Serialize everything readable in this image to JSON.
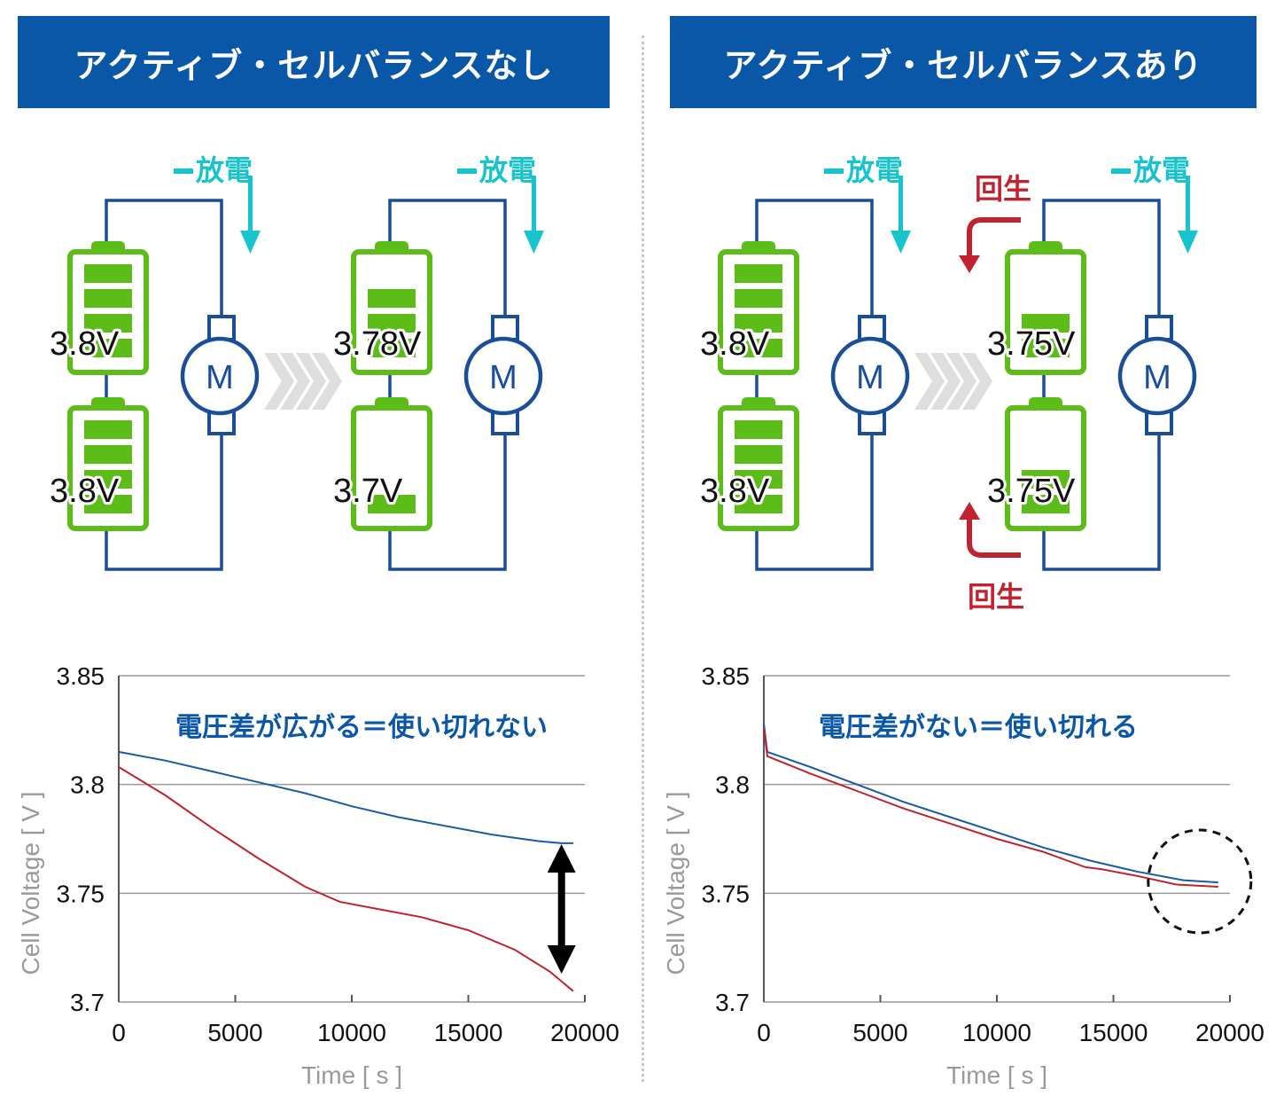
{
  "panels": [
    {
      "title": "アクティブ・セルバランスなし",
      "diagrams": [
        {
          "discharge_label": "放電",
          "top_voltage": "3.8V",
          "bottom_voltage": "3.8V",
          "top_bars": 4,
          "bottom_bars": 4,
          "motor_label": "M"
        },
        {
          "discharge_label": "放電",
          "top_voltage": "3.78V",
          "bottom_voltage": "3.7V",
          "top_bars": 3,
          "bottom_bars": 1,
          "motor_label": "M"
        }
      ],
      "regen_label": ""
    },
    {
      "title": "アクティブ・セルバランスあり",
      "diagrams": [
        {
          "discharge_label": "放電",
          "top_voltage": "3.8V",
          "bottom_voltage": "3.8V",
          "top_bars": 4,
          "bottom_bars": 4,
          "motor_label": "M"
        },
        {
          "discharge_label": "放電",
          "top_voltage": "3.75V",
          "bottom_voltage": "3.75V",
          "top_bars": 2,
          "bottom_bars": 2,
          "motor_label": "M"
        }
      ],
      "regen_label": "回生"
    }
  ],
  "colors": {
    "banner": "#0a57a8",
    "battery": "#5cbd18",
    "wire": "#1a4e96",
    "discharge": "#17c3cc",
    "regen": "#c0232f",
    "series_blue": "#1a5aa6",
    "series_red": "#c0232f"
  },
  "chart_data": [
    {
      "type": "line",
      "annotation": "電圧差が広がる＝使い切れない",
      "xlabel": "Time [ s ]",
      "ylabel": "Cell Voltage [ V ]",
      "xlim": [
        0,
        20000
      ],
      "ylim": [
        3.7,
        3.85
      ],
      "xticks": [
        "0",
        "5000",
        "10000",
        "15000",
        "20000"
      ],
      "yticks": [
        "3.7",
        "3.75",
        "3.8",
        "3.85"
      ],
      "grid": true,
      "series": [
        {
          "color": "#1a5aa6",
          "points": [
            [
              0,
              3.815
            ],
            [
              2000,
              3.811
            ],
            [
              4000,
              3.806
            ],
            [
              6000,
              3.801
            ],
            [
              8000,
              3.796
            ],
            [
              10000,
              3.79
            ],
            [
              12000,
              3.785
            ],
            [
              14000,
              3.781
            ],
            [
              16000,
              3.777
            ],
            [
              18000,
              3.774
            ],
            [
              19000,
              3.773
            ],
            [
              19500,
              3.773
            ]
          ]
        },
        {
          "color": "#c0232f",
          "points": [
            [
              0,
              3.808
            ],
            [
              2000,
              3.795
            ],
            [
              4000,
              3.78
            ],
            [
              6000,
              3.766
            ],
            [
              8000,
              3.753
            ],
            [
              9500,
              3.746
            ],
            [
              11000,
              3.743
            ],
            [
              13000,
              3.739
            ],
            [
              15000,
              3.733
            ],
            [
              17000,
              3.724
            ],
            [
              18500,
              3.714
            ],
            [
              19500,
              3.705
            ]
          ]
        }
      ],
      "marker": "double-arrow"
    },
    {
      "type": "line",
      "annotation": "電圧差がない＝使い切れる",
      "xlabel": "Time [ s ]",
      "ylabel": "Cell Voltage [ V ]",
      "xlim": [
        0,
        20000
      ],
      "ylim": [
        3.7,
        3.85
      ],
      "xticks": [
        "0",
        "5000",
        "10000",
        "15000",
        "20000"
      ],
      "yticks": [
        "3.7",
        "3.75",
        "3.8",
        "3.85"
      ],
      "grid": true,
      "series": [
        {
          "color": "#1a5aa6",
          "points": [
            [
              0,
              3.828
            ],
            [
              150,
              3.815
            ],
            [
              2000,
              3.808
            ],
            [
              4000,
              3.8
            ],
            [
              6000,
              3.792
            ],
            [
              8000,
              3.785
            ],
            [
              10000,
              3.778
            ],
            [
              12000,
              3.771
            ],
            [
              14000,
              3.765
            ],
            [
              16000,
              3.76
            ],
            [
              18000,
              3.756
            ],
            [
              19500,
              3.755
            ]
          ]
        },
        {
          "color": "#c0232f",
          "points": [
            [
              0,
              3.826
            ],
            [
              150,
              3.813
            ],
            [
              2000,
              3.805
            ],
            [
              4000,
              3.797
            ],
            [
              6000,
              3.789
            ],
            [
              8000,
              3.782
            ],
            [
              10000,
              3.775
            ],
            [
              12000,
              3.769
            ],
            [
              13800,
              3.762
            ],
            [
              14500,
              3.761
            ],
            [
              16000,
              3.758
            ],
            [
              17700,
              3.754
            ],
            [
              19500,
              3.753
            ]
          ]
        }
      ],
      "marker": "dashed-circle"
    }
  ]
}
